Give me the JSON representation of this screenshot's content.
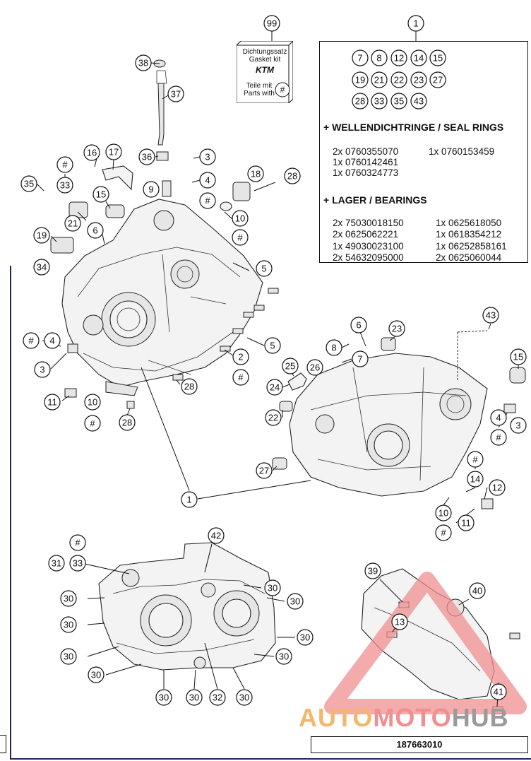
{
  "kit": {
    "callout": "99",
    "line1": "Dichtungssatz",
    "line2": "Gasket kit",
    "logo": "KTM",
    "line3": "Teile mit",
    "line4": "Parts with",
    "symbol": "#"
  },
  "info": {
    "callout": "1",
    "parts": [
      "7",
      "8",
      "12",
      "14",
      "15",
      "19",
      "21",
      "22",
      "23",
      "27",
      "28",
      "33",
      "35",
      "43"
    ],
    "seal_heading": "+ WELLENDICHTRINGE / SEAL RINGS",
    "seal_rows": [
      [
        "2x 0760355070",
        "1x 0760153459"
      ],
      [
        "1x 0760142461",
        ""
      ],
      [
        "1x 0760324773",
        ""
      ]
    ],
    "bearing_heading": "+ LAGER  / BEARINGS",
    "bearing_rows": [
      [
        "2x 75030018150",
        "1x 0625618050"
      ],
      [
        "2x 0625062221",
        "1x 0618354212"
      ],
      [
        "1x 49030023100",
        "1x 06252858161"
      ],
      [
        "2x 54632095000",
        "2x 0625060044"
      ]
    ]
  },
  "callouts": {
    "c38": "38",
    "c37": "37",
    "c36": "36",
    "c16": "16",
    "c17": "17",
    "c3a": "3",
    "c4a": "4",
    "ha": "#",
    "c18": "18",
    "c28a": "28",
    "h33": "#",
    "c33": "33",
    "c35": "35",
    "c9": "9",
    "c15a": "15",
    "c21": "21",
    "c6a": "6",
    "c10a": "10",
    "h10a": "#",
    "c19": "19",
    "c34": "34",
    "c5a": "5",
    "hb": "#",
    "c4b": "4",
    "c3b": "3",
    "c2": "2",
    "hc": "#",
    "c5b": "5",
    "c28b": "28",
    "c11a": "11",
    "c10b": "10",
    "hd": "#",
    "c28c": "28",
    "c1": "1",
    "c43": "43",
    "c6b": "6",
    "c23": "23",
    "c8": "8",
    "c7": "7",
    "c15b": "15",
    "c25": "25",
    "c26": "26",
    "c24": "24",
    "c22": "22",
    "c4c": "4",
    "c3c": "3",
    "he": "#",
    "c27": "27",
    "hf": "#",
    "c14": "14",
    "c12": "12",
    "c10c": "10",
    "hg": "#",
    "c11b": "11",
    "hh": "#",
    "c31": "31",
    "c33b": "33",
    "c42": "42",
    "c30a": "30",
    "c30b": "30",
    "c30c": "30",
    "c30d": "30",
    "c30e": "30",
    "c30f": "30",
    "c30g": "30",
    "c30h": "30",
    "c30i": "30",
    "c30j": "30",
    "c32": "32",
    "c39": "39",
    "c40": "40",
    "c13": "13",
    "c41": "41"
  },
  "watermark": {
    "part1": "AUTO",
    "part2": "MOTO",
    "part3": "HUB"
  },
  "part_number": "187663010",
  "colors": {
    "frame": "#1b2a5a",
    "watermark_red": "#ef8f8f",
    "watermark_orange": "#f3b66a",
    "watermark_gray": "#9a9a9a"
  }
}
